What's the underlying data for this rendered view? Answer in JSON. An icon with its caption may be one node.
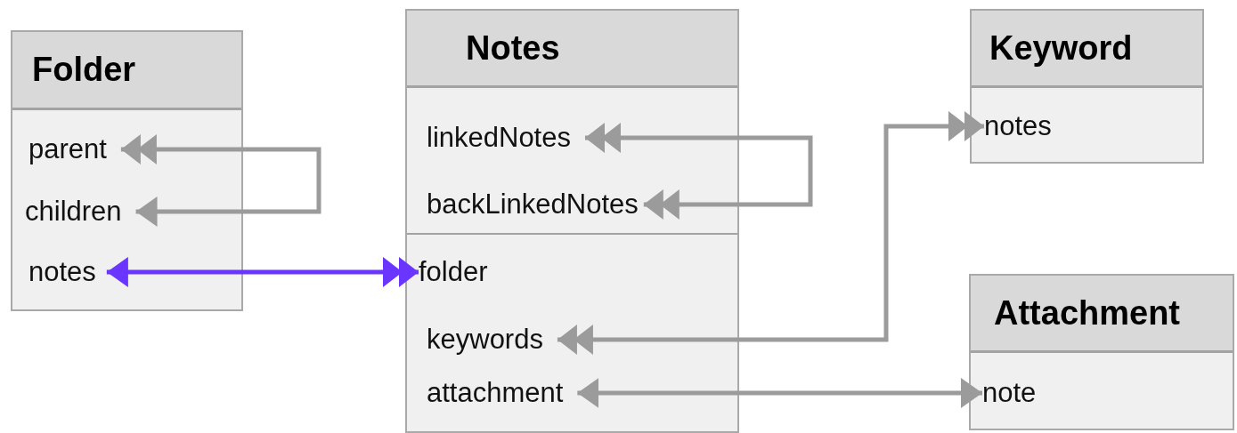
{
  "diagram": {
    "nodes": [
      {
        "text": [
          "Folder"
        ]
      },
      {
        "text": [
          "parent"
        ],
        "in": 0
      },
      {
        "text": [
          "children"
        ],
        "in": 0
      },
      {
        "text": [
          "notes"
        ],
        "in": 0
      },
      {
        "text": [
          "Notes"
        ]
      },
      {
        "text": [
          "linkedNotes"
        ],
        "in": 4
      },
      {
        "text": [
          "backLinkedNotes"
        ],
        "in": 4
      },
      {
        "text": [
          "folder"
        ],
        "in": 4
      },
      {
        "text": [
          "keywords"
        ],
        "in": 4
      },
      {
        "text": [
          "attachment"
        ],
        "in": 4
      },
      {
        "text": [
          "Keyword"
        ]
      },
      {
        "text": [
          "notes"
        ],
        "in": 10
      },
      {
        "text": [
          "Attachment"
        ]
      },
      {
        "text": [
          "note"
        ],
        "in": 12
      }
    ],
    "edges": [
      {
        "from": 2,
        "to": 1,
        "arrow": "both"
      },
      {
        "from": 5,
        "to": 6,
        "arrow": "both"
      },
      {
        "from": 3,
        "to": 7,
        "arrow": "both",
        "color": "#6a35ff"
      },
      {
        "from": 8,
        "to": 11,
        "arrow": "both"
      },
      {
        "from": 9,
        "to": 13,
        "arrow": "both"
      }
    ]
  }
}
